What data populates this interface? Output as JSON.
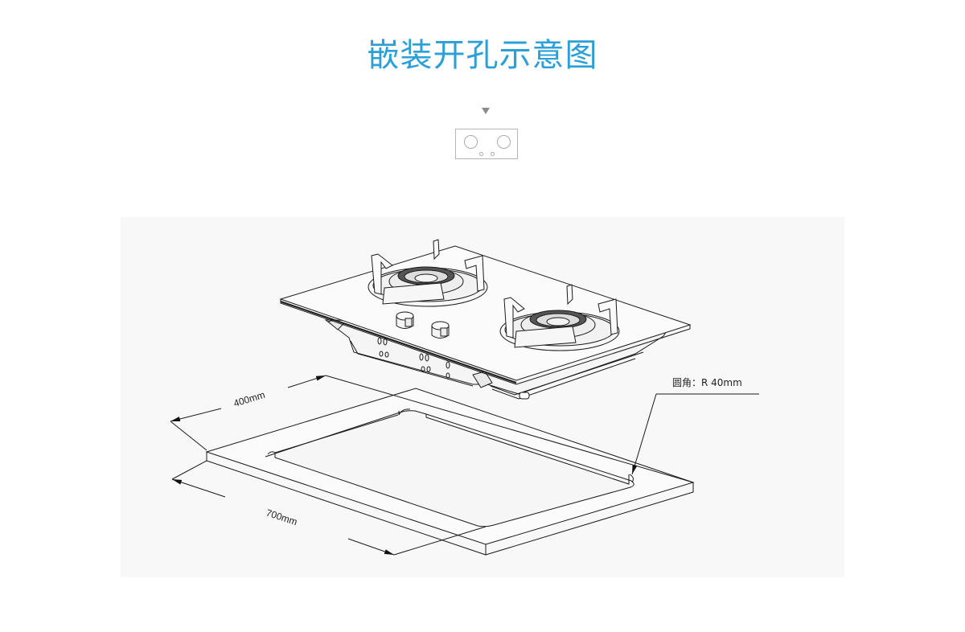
{
  "title": "嵌装开孔示意图",
  "colors": {
    "title": "#2a9fd8",
    "panel_background": "#f8f8f8",
    "line": "#1a1a1a",
    "thumb_border": "#b5b5b5",
    "marker": "#8a8a8a"
  },
  "selector": {
    "marker_icon": "triangle-down-icon",
    "thumbnail_icon": "two-burner-hob-thumbnail-icon"
  },
  "diagram": {
    "dimensions": {
      "width_label": "400mm",
      "length_label": "700mm"
    },
    "annotation": {
      "corner_radius_label": "圆角：R  40mm"
    },
    "components": [
      "gas-hob",
      "countertop-cutout"
    ]
  }
}
